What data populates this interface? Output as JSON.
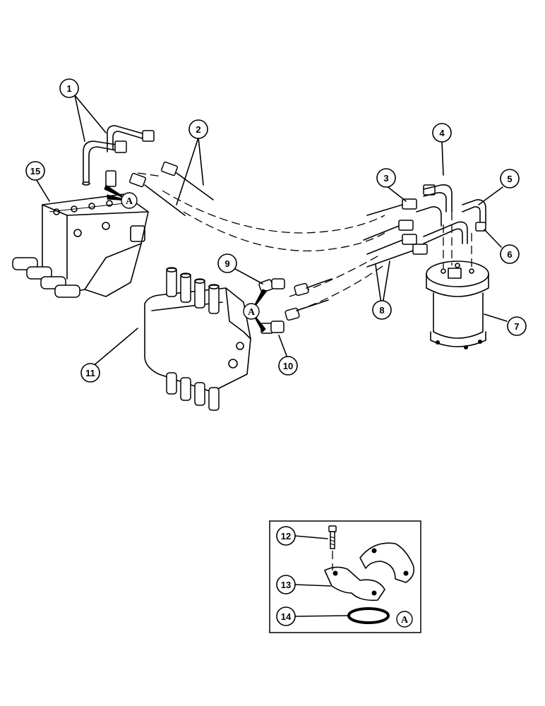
{
  "callouts": [
    {
      "id": "1",
      "label": "1"
    },
    {
      "id": "2",
      "label": "2"
    },
    {
      "id": "3",
      "label": "3"
    },
    {
      "id": "4",
      "label": "4"
    },
    {
      "id": "5",
      "label": "5"
    },
    {
      "id": "6",
      "label": "6"
    },
    {
      "id": "7",
      "label": "7"
    },
    {
      "id": "8",
      "label": "8"
    },
    {
      "id": "9",
      "label": "9"
    },
    {
      "id": "10",
      "label": "10"
    },
    {
      "id": "11",
      "label": "11"
    },
    {
      "id": "12",
      "label": "12"
    },
    {
      "id": "13",
      "label": "13"
    },
    {
      "id": "14",
      "label": "14"
    },
    {
      "id": "15",
      "label": "15"
    }
  ],
  "detail_refs": [
    {
      "id": "A_valve",
      "label": "A"
    },
    {
      "id": "A_fitting",
      "label": "A"
    },
    {
      "id": "A_inset",
      "label": "A"
    }
  ]
}
